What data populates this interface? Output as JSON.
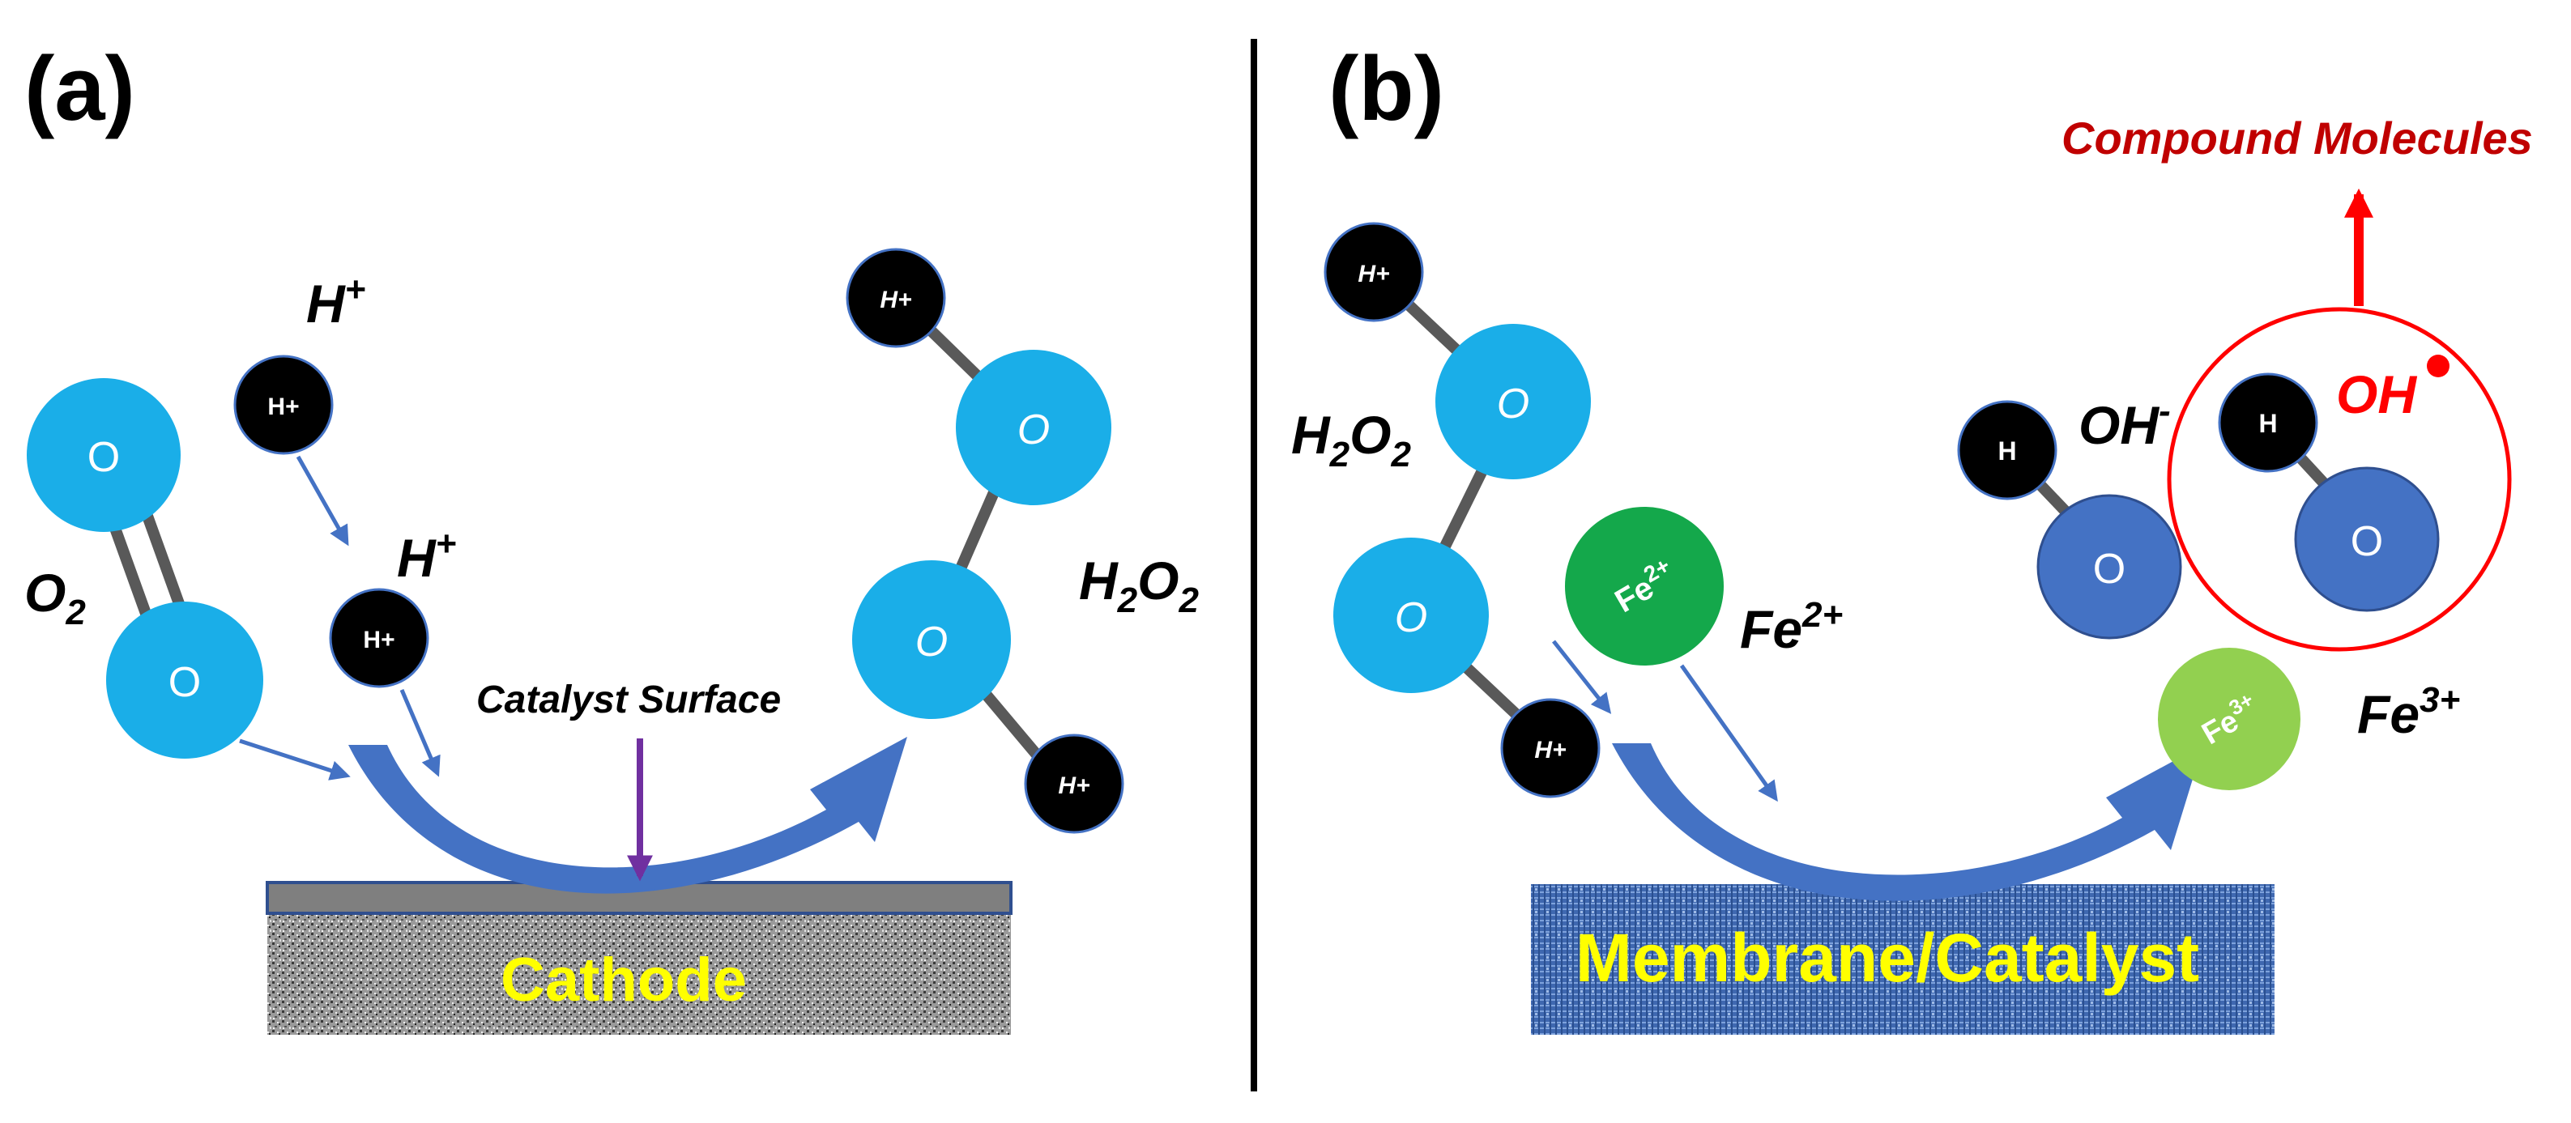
{
  "panel_a": {
    "label": "(a)",
    "o2_label": "O",
    "o2_sub": "2",
    "h_plus_1": "H",
    "h_plus_1_sup": "+",
    "h_plus_2": "H",
    "h_plus_2_sup": "+",
    "atom_o": "O",
    "atom_h_plus": "H+",
    "h2o2_label_h": "H",
    "h2o2_label_sub1": "2",
    "h2o2_label_o": "O",
    "h2o2_label_sub2": "2",
    "catalyst_surface": "Catalyst Surface",
    "cathode": "Cathode"
  },
  "panel_b": {
    "label": "(b)",
    "h2o2_label_h": "H",
    "h2o2_label_sub1": "2",
    "h2o2_label_o": "O",
    "h2o2_label_sub2": "2",
    "atom_o": "O",
    "atom_h_plus": "H+",
    "atom_h": "H",
    "fe2_atom": "Fe",
    "fe2_atom_sup": "2+",
    "fe2_label": "Fe",
    "fe2_label_sup": "2+",
    "fe3_atom": "Fe",
    "fe3_atom_sup": "3+",
    "fe3_label": "Fe",
    "fe3_label_sup": "3+",
    "oh_minus": "OH",
    "oh_minus_sup": "-",
    "oh_radical": "OH",
    "compound_molecules": "Compound Molecules",
    "membrane": "Membrane/Catalyst"
  },
  "colors": {
    "oxygen_light": "#1aaee8",
    "oxygen_dark": "#4472c4",
    "hydrogen": "#000000",
    "fe2": "#14a84b",
    "fe3": "#92d050",
    "arrow_blue": "#4472c4",
    "catalyst_arrow": "#7030a0",
    "red": "#ff0000",
    "compound_text": "#c00000",
    "plate_text": "#ffff00"
  }
}
